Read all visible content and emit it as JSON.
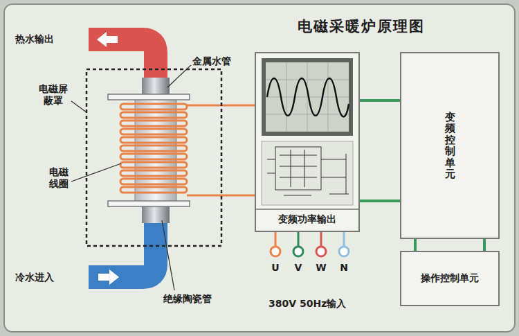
{
  "diagram": {
    "title": "电磁采暖炉原理图",
    "nodes": [
      {
        "text": [
          "变频功率输出"
        ]
      },
      {
        "text": [
          "变频控制单元"
        ]
      },
      {
        "text": [
          "操作控制单元"
        ]
      }
    ],
    "edges": [
      {
        "from": 0,
        "to": 1,
        "arrow": "none"
      },
      {
        "from": 0,
        "to": 1,
        "arrow": "none"
      },
      {
        "from": 1,
        "to": 2,
        "arrow": "none"
      },
      {
        "from": 1,
        "to": 2,
        "arrow": "none"
      }
    ],
    "labels": [
      "热水输出",
      "金属水管",
      "电磁屏蔽罩",
      "电磁线圈",
      "冷水进入",
      "绝缘陶瓷管",
      "U",
      "V",
      "W",
      "N",
      "380V 50Hz输入"
    ]
  }
}
